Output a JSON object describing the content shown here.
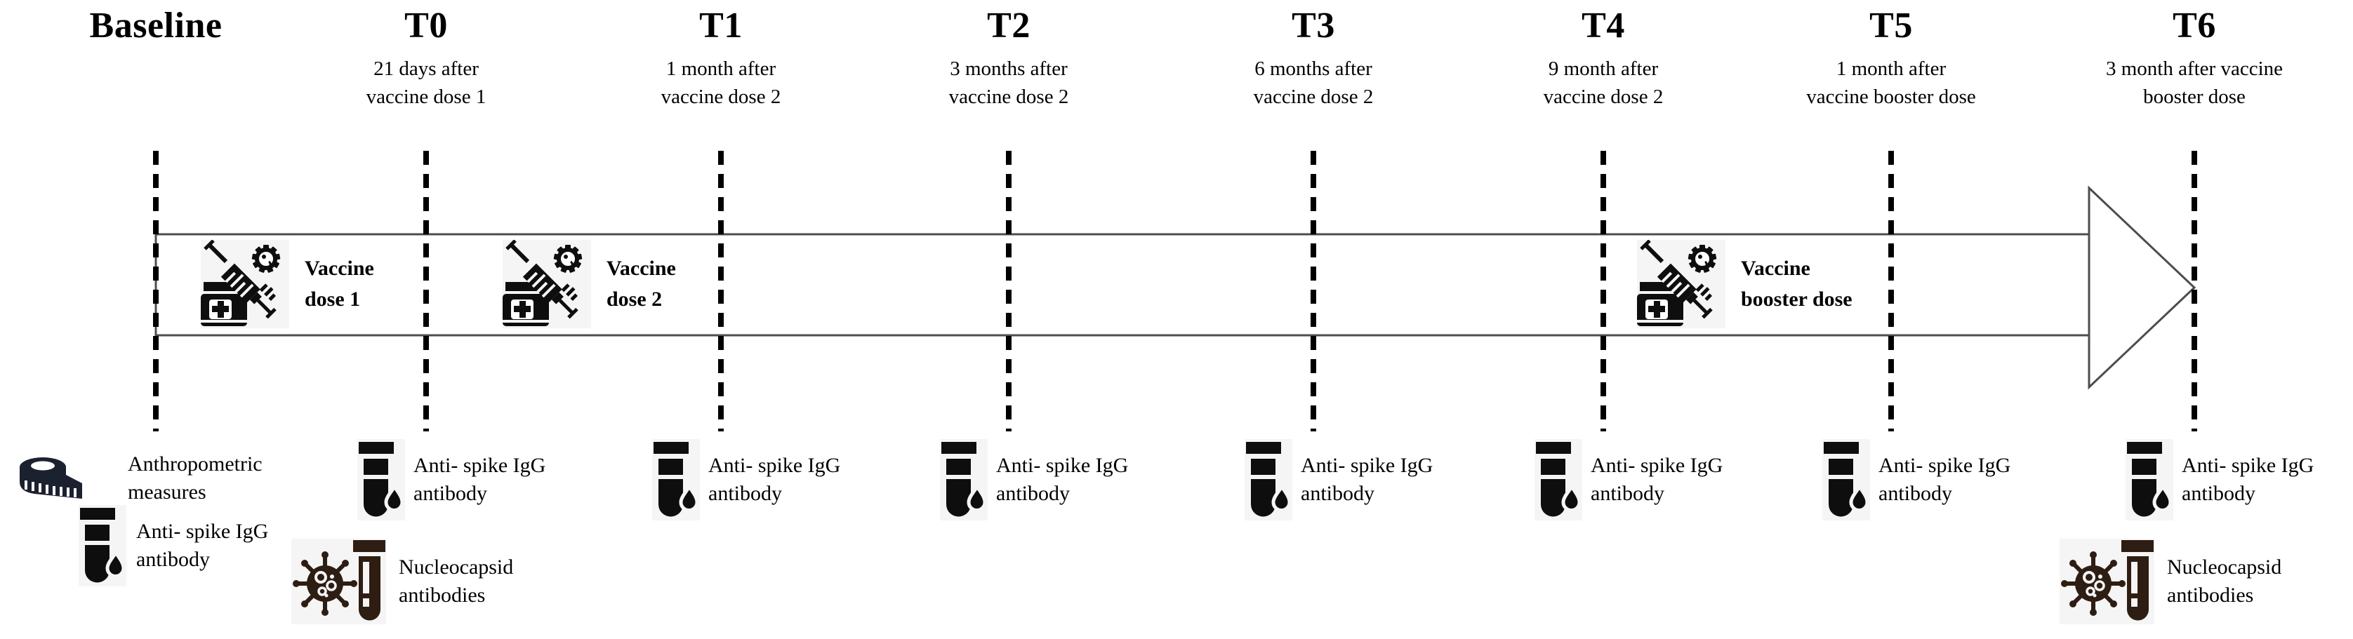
{
  "figure": {
    "description_colors": {
      "text": "#000000",
      "dash_line": "#000000",
      "arrow_outline": "#4d4d4d",
      "icon_black": "#0e0e0e",
      "icon_dark_brown": "#2e1d12",
      "icon_dark_navy": "#1c2130",
      "icon_background": "#f5f5f5"
    }
  },
  "timeline": {
    "timepoints": [
      {
        "label": "Baseline",
        "subtitle_lines": [],
        "samples": [
          {
            "icon": "tape-measure-icon",
            "label_lines": [
              "Anthropometric",
              "measures"
            ]
          },
          {
            "icon": "blood-tube-icon",
            "label_lines": [
              "Anti- spike IgG",
              "antibody"
            ]
          }
        ]
      },
      {
        "label": "T0",
        "subtitle_lines": [
          "21 days after",
          "vaccine dose 1"
        ],
        "samples": [
          {
            "icon": "blood-tube-icon",
            "label_lines": [
              "Anti- spike IgG",
              "antibody"
            ]
          },
          {
            "icon": "virus-tube-icon",
            "label_lines": [
              "Nucleocapsid",
              "antibodies"
            ]
          }
        ]
      },
      {
        "label": "T1",
        "subtitle_lines": [
          "1 month after",
          "vaccine dose 2"
        ],
        "samples": [
          {
            "icon": "blood-tube-icon",
            "label_lines": [
              "Anti- spike IgG",
              "antibody"
            ]
          }
        ]
      },
      {
        "label": "T2",
        "subtitle_lines": [
          "3 months after",
          "vaccine dose 2"
        ],
        "samples": [
          {
            "icon": "blood-tube-icon",
            "label_lines": [
              "Anti- spike IgG",
              "antibody"
            ]
          }
        ]
      },
      {
        "label": "T3",
        "subtitle_lines": [
          "6 months after",
          "vaccine dose 2"
        ],
        "samples": [
          {
            "icon": "blood-tube-icon",
            "label_lines": [
              "Anti- spike IgG",
              "antibody"
            ]
          }
        ]
      },
      {
        "label": "T4",
        "subtitle_lines": [
          "9 month after",
          "vaccine dose 2"
        ],
        "samples": [
          {
            "icon": "blood-tube-icon",
            "label_lines": [
              "Anti- spike IgG",
              "antibody"
            ]
          }
        ]
      },
      {
        "label": "T5",
        "subtitle_lines": [
          "1 month after",
          "vaccine booster dose"
        ],
        "samples": [
          {
            "icon": "blood-tube-icon",
            "label_lines": [
              "Anti- spike IgG",
              "antibody"
            ]
          }
        ]
      },
      {
        "label": "T6",
        "subtitle_lines": [
          "3 month after vaccine",
          "booster dose"
        ],
        "samples": [
          {
            "icon": "blood-tube-icon",
            "label_lines": [
              "Anti- spike IgG",
              "antibody"
            ]
          },
          {
            "icon": "virus-tube-icon",
            "label_lines": [
              "Nucleocapsid",
              "antibodies"
            ]
          }
        ]
      }
    ],
    "arrow_events": [
      {
        "icon": "syringe-vaccine-icon",
        "label_lines": [
          "Vaccine",
          "dose 1"
        ]
      },
      {
        "icon": "syringe-vaccine-icon",
        "label_lines": [
          "Vaccine",
          "dose 2"
        ]
      },
      {
        "icon": "syringe-vaccine-icon",
        "label_lines": [
          "Vaccine",
          "booster dose"
        ]
      }
    ]
  }
}
